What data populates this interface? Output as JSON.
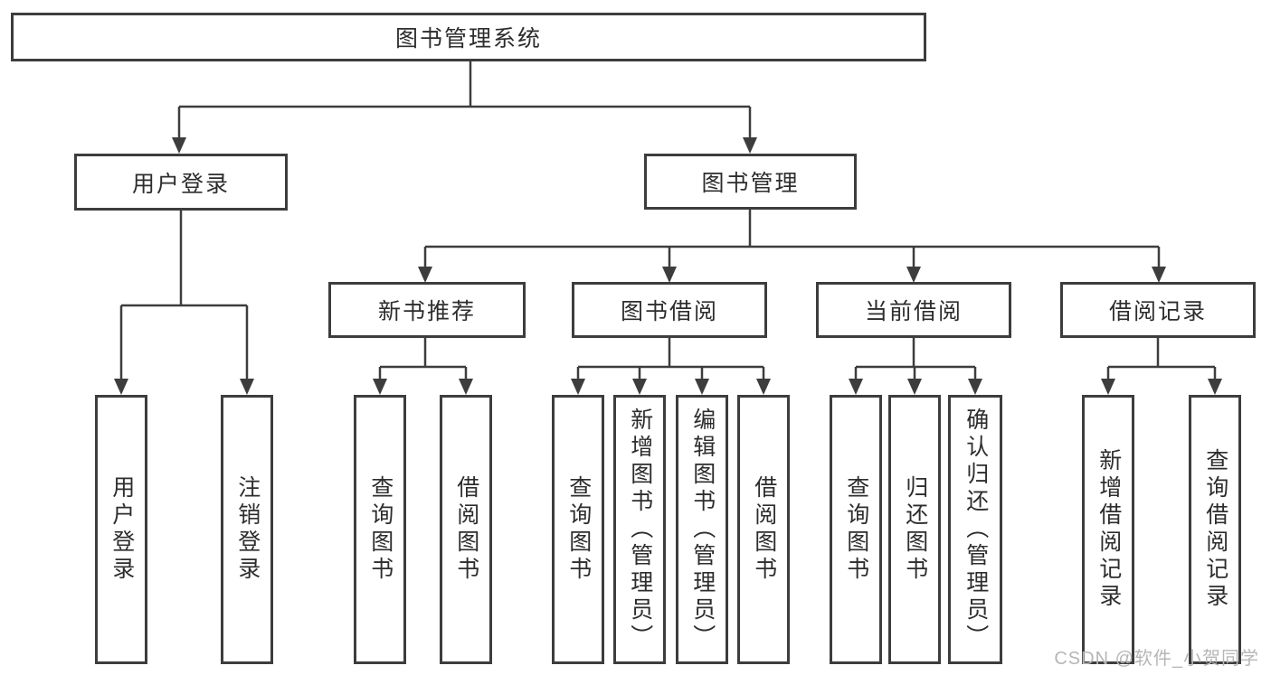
{
  "diagram": {
    "root": {
      "label": "图书管理系统"
    },
    "branches": [
      {
        "label": "用户登录",
        "children": [
          {
            "label": "用户登录"
          },
          {
            "label": "注销登录"
          }
        ]
      },
      {
        "label": "图书管理",
        "children": [
          {
            "label": "新书推荐",
            "children": [
              {
                "label": "查询图书"
              },
              {
                "label": "借阅图书"
              }
            ]
          },
          {
            "label": "图书借阅",
            "children": [
              {
                "label": "查询图书"
              },
              {
                "label": "新增图书（管理员）"
              },
              {
                "label": "编辑图书（管理员）"
              },
              {
                "label": "借阅图书"
              }
            ]
          },
          {
            "label": "当前借阅",
            "children": [
              {
                "label": "查询图书"
              },
              {
                "label": "归还图书"
              },
              {
                "label": "确认归还（管理员）"
              }
            ]
          },
          {
            "label": "借阅记录",
            "children": [
              {
                "label": "新增借阅记录"
              },
              {
                "label": "查询借阅记录"
              }
            ]
          }
        ]
      }
    ]
  },
  "watermark": "CSDN @软件_小贺同学",
  "colors": {
    "line": "#3d3d3d",
    "text": "#2d2d2d",
    "watermark": "#b6b6b6",
    "background": "#ffffff"
  }
}
